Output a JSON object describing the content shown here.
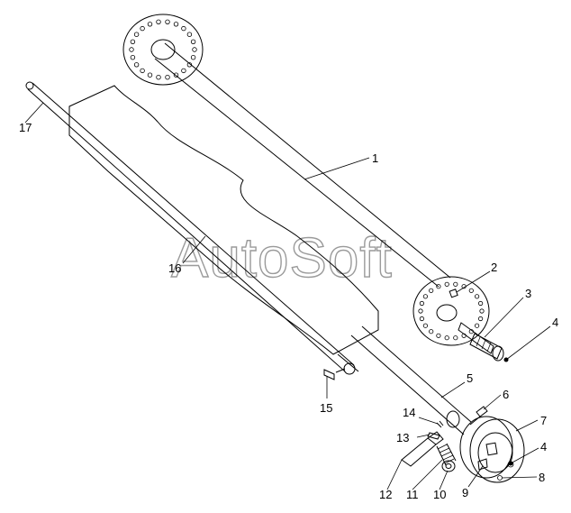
{
  "watermark": "AutoSoft",
  "callouts": [
    {
      "id": "1",
      "label": "1"
    },
    {
      "id": "2",
      "label": "2"
    },
    {
      "id": "3",
      "label": "3"
    },
    {
      "id": "4a",
      "label": "4"
    },
    {
      "id": "5",
      "label": "5"
    },
    {
      "id": "6",
      "label": "6"
    },
    {
      "id": "7",
      "label": "7"
    },
    {
      "id": "4b",
      "label": "4"
    },
    {
      "id": "8",
      "label": "8"
    },
    {
      "id": "9",
      "label": "9"
    },
    {
      "id": "10",
      "label": "10"
    },
    {
      "id": "11",
      "label": "11"
    },
    {
      "id": "12",
      "label": "12"
    },
    {
      "id": "13",
      "label": "13"
    },
    {
      "id": "14",
      "label": "14"
    },
    {
      "id": "15",
      "label": "15"
    },
    {
      "id": "16",
      "label": "16"
    },
    {
      "id": "17",
      "label": "17"
    }
  ]
}
